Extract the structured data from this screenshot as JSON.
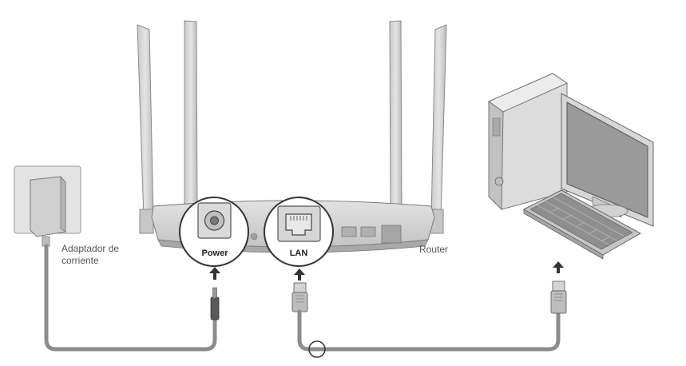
{
  "labels": {
    "adapter_line1": "Adaptador de",
    "adapter_line2": "corriente",
    "router": "Router",
    "power_port": "Power",
    "lan_port": "LAN"
  },
  "colors": {
    "device_fill": "#d9d9d9",
    "device_dark": "#bdbdbd",
    "outline": "#7a7a7a",
    "cable": "#8c8c8c",
    "screen": "#9a9a9a",
    "arrow": "#333333"
  },
  "icons": [
    "power-adapter-icon",
    "router-icon",
    "antenna-icon",
    "power-jack-icon",
    "ethernet-port-icon",
    "desktop-computer-icon",
    "keyboard-icon",
    "arrow-up-icon",
    "ethernet-plug-icon",
    "dc-plug-icon"
  ]
}
